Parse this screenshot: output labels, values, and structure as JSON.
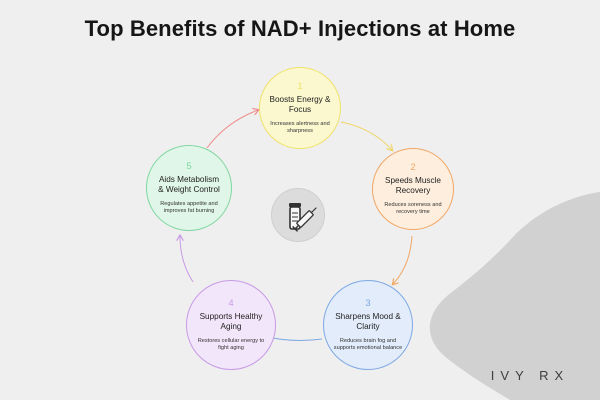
{
  "title": "Top Benefits of NAD+ Injections at Home",
  "brand": "IVY RX",
  "nodes": [
    {
      "num": "1",
      "title": "Boosts Energy & Focus",
      "desc": "Increases alertness and sharpness",
      "color": "#efe26a",
      "fill": "#fbf8cf"
    },
    {
      "num": "2",
      "title": "Speeds Muscle Recovery",
      "desc": "Reduces soreness and recovery time",
      "color": "#f0a766",
      "fill": "#fdeedd"
    },
    {
      "num": "3",
      "title": "Sharpens Mood & Clarity",
      "desc": "Reduces brain fog and supports emotional balance",
      "color": "#7ea9e4",
      "fill": "#e2ecfa"
    },
    {
      "num": "4",
      "title": "Supports Healthy Aging",
      "desc": "Restores cellular energy to fight aging",
      "color": "#c89ae6",
      "fill": "#f2e6fa"
    },
    {
      "num": "5",
      "title": "Aids Metabolism & Weight Control",
      "desc": "Regulates appetite and improves fat burning",
      "color": "#7fd7a0",
      "fill": "#e0f6e8"
    }
  ],
  "center_icon": "nad-vial-syringe-icon",
  "arrow_colors": [
    "#efd56a",
    "#f0a766",
    "#7ea9e4",
    "#c89ae6",
    "#f08a8a"
  ]
}
